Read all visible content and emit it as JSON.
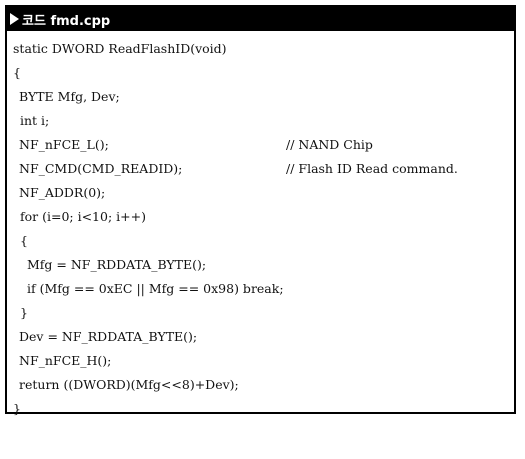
{
  "header": {
    "icon": "right-triangle-icon",
    "title": "코드 fmd.cpp"
  },
  "code": {
    "lines": [
      {
        "text": "static DWORD ReadFlashID(void)",
        "comment": ""
      },
      {
        "text": "{",
        "comment": ""
      },
      {
        "text": "BYTE Mfg, Dev;",
        "comment": ""
      },
      {
        "text": "int i;",
        "comment": ""
      },
      {
        "text": "NF_nFCE_L();",
        "comment": "// NAND Chip"
      },
      {
        "text": "NF_CMD(CMD_READID);",
        "comment": "// Flash ID Read command."
      },
      {
        "text": "NF_ADDR(0);",
        "comment": ""
      },
      {
        "text": "for (i=0; i<10; i++)",
        "comment": ""
      },
      {
        "text": "{",
        "comment": ""
      },
      {
        "text": "Mfg = NF_RDDATA_BYTE();",
        "comment": ""
      },
      {
        "text": "if (Mfg == 0xEC || Mfg == 0x98) break;",
        "comment": ""
      },
      {
        "text": "}",
        "comment": ""
      },
      {
        "text": "Dev = NF_RDDATA_BYTE();",
        "comment": ""
      },
      {
        "text": "NF_nFCE_H();",
        "comment": ""
      },
      {
        "text": "return ((DWORD)(Mfg<<8)+Dev);",
        "comment": ""
      },
      {
        "text": "}",
        "comment": ""
      }
    ]
  }
}
